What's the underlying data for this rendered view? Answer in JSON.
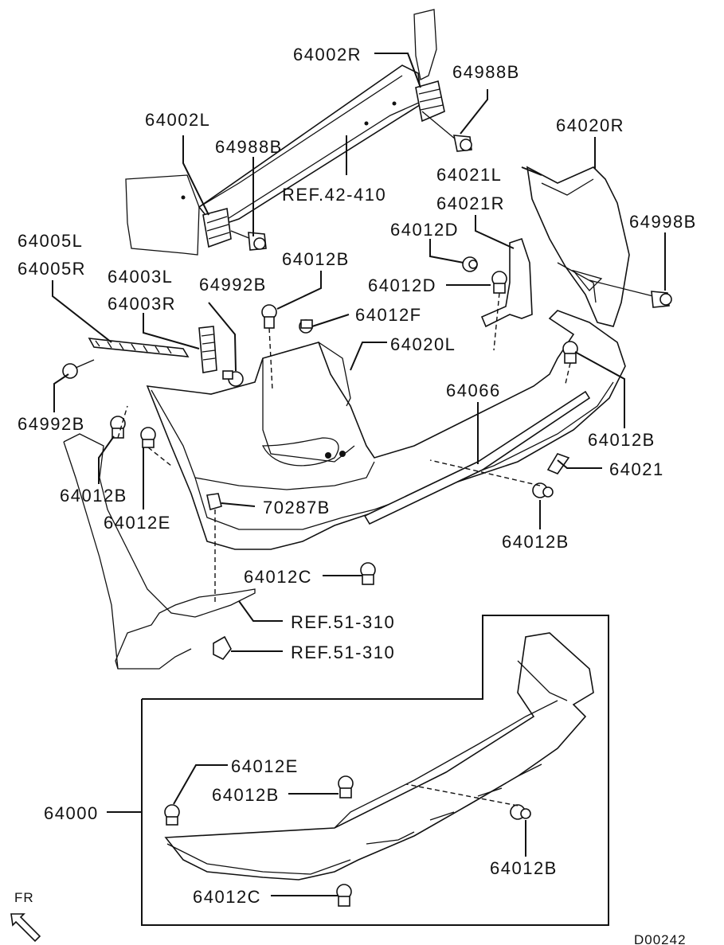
{
  "diagram": {
    "code": "D00242",
    "direction_label": "FR",
    "callouts": {
      "p64002R": "64002R",
      "p64988B_r": "64988B",
      "p64002L": "64002L",
      "p64988B_l": "64988B",
      "ref42": "REF.42-410",
      "p64020R": "64020R",
      "p64021L": "64021L",
      "p64021R": "64021R",
      "p64998B": "64998B",
      "p64012D_a": "64012D",
      "p64012D_b": "64012D",
      "p64005L": "64005L",
      "p64005R": "64005R",
      "p64003L": "64003L",
      "p64003R": "64003R",
      "p64992B_a": "64992B",
      "p64012B_a": "64012B",
      "p64012F": "64012F",
      "p64020L": "64020L",
      "p64066": "64066",
      "p64992B_b": "64992B",
      "p64012B_b": "64012B",
      "p64021": "64021",
      "p64012B_c": "64012B",
      "p64012E_a": "64012E",
      "p70287B": "70287B",
      "p64012B_d": "64012B",
      "p64012C_a": "64012C",
      "ref51a": "REF.51-310",
      "ref51b": "REF.51-310",
      "p64012E_b": "64012E",
      "p64012B_e": "64012B",
      "p64000": "64000",
      "p64012B_f": "64012B",
      "p64012C_b": "64012C"
    }
  }
}
